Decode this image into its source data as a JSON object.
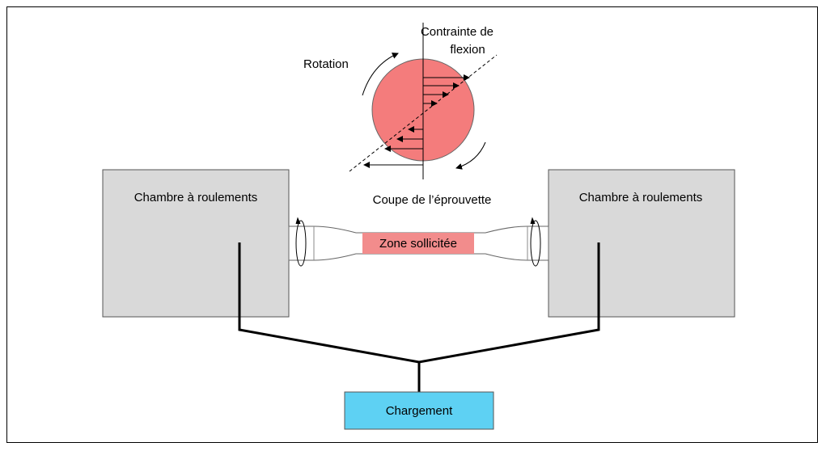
{
  "diagram": {
    "left_chamber_label": "Chambre à roulements",
    "right_chamber_label": "Chambre à roulements",
    "zone_label": "Zone sollicitée",
    "load_label": "Chargement",
    "section_label": "Coupe de l’éprouvette",
    "rotation_label": "Rotation",
    "stress_label_line1": "Contrainte de",
    "stress_label_line2": "flexion"
  },
  "colors": {
    "chamber_fill": "#d9d9d9",
    "zone_fill": "#f28c8c",
    "section_fill": "#f47c7c",
    "load_fill": "#5ed1f3",
    "line": "#000000"
  }
}
